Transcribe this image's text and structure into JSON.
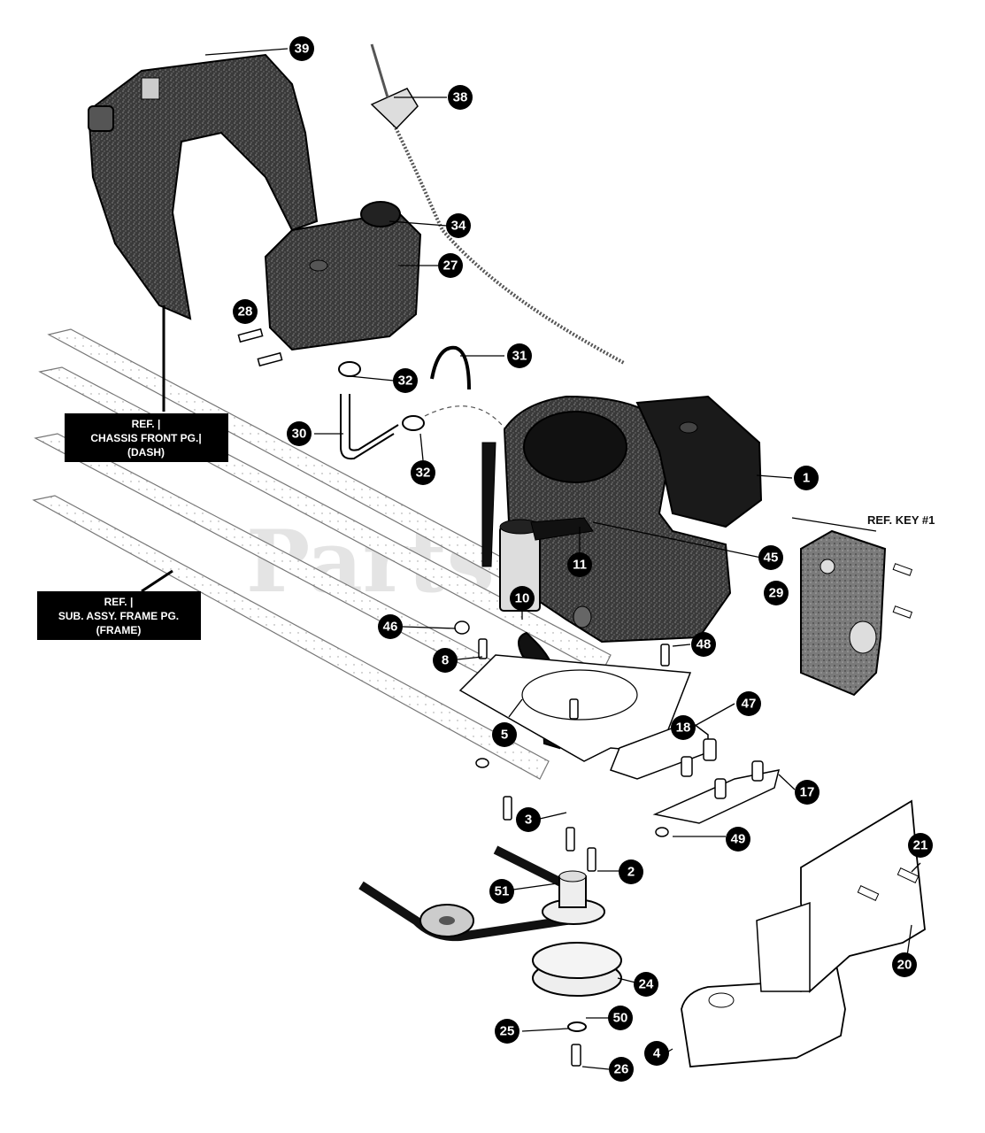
{
  "watermark": "Parts",
  "references": {
    "dash": [
      "REF. |",
      "CHASSIS FRONT PG.|",
      "(DASH)"
    ],
    "frame": [
      "REF. |",
      "SUB. ASSY. FRAME PG.",
      "(FRAME)"
    ],
    "key1": "REF. KEY #1"
  },
  "callouts": {
    "c1": "1",
    "c2": "2",
    "c3": "3",
    "c4": "4",
    "c5": "5",
    "c8": "8",
    "c10": "10",
    "c11": "11",
    "c17": "17",
    "c18": "18",
    "c20": "20",
    "c21": "21",
    "c24": "24",
    "c25": "25",
    "c26": "26",
    "c27": "27",
    "c28": "28",
    "c29": "29",
    "c30": "30",
    "c31": "31",
    "c32a": "32",
    "c32b": "32",
    "c34": "34",
    "c38": "38",
    "c39": "39",
    "c45": "45",
    "c46": "46",
    "c47": "47",
    "c48": "48",
    "c49": "49",
    "c50": "50",
    "c51": "51"
  }
}
